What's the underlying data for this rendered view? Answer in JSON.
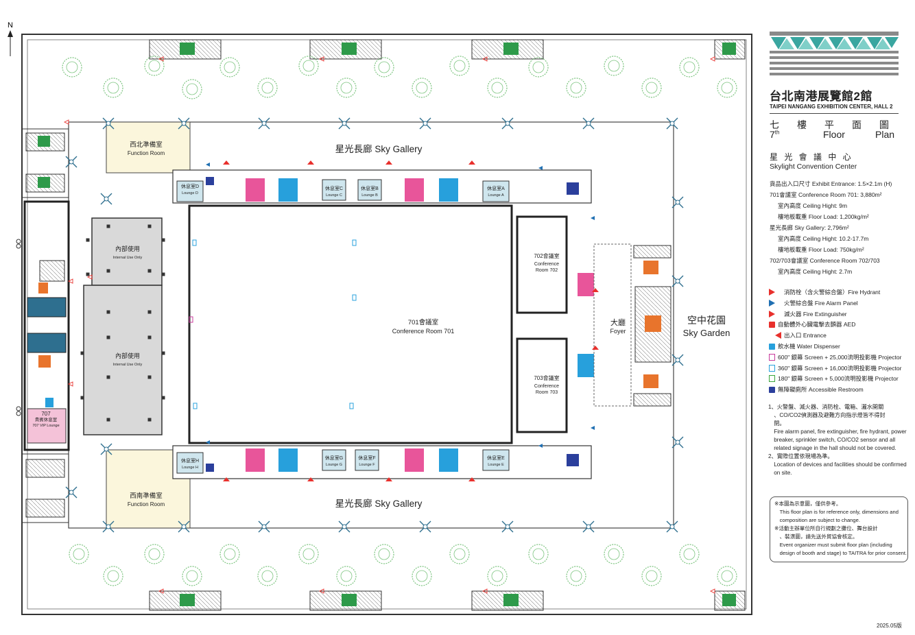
{
  "north": "N",
  "version": "2025.05版",
  "header": {
    "title_zh": "台北南港展覽館2館",
    "title_en": "TAIPEI NANGANG EXHIBITION CENTER, HALL 2",
    "floor_zh": "七　樓　平　面　圖",
    "floor_num": "7",
    "floor_sup": "th",
    "floor_word": "Floor",
    "plan_word": "Plan",
    "center_zh": "星 光 會 議 中 心",
    "center_en": "Skylight Convention Center"
  },
  "specs": [
    {
      "text": "貨品出入口尺寸 Exhibit Entrance: 1.5×2.1m (H)",
      "indent": false
    },
    {
      "text": "701會議室 Conference Room 701: 3,880m²",
      "indent": false
    },
    {
      "text": "室內高度 Ceiling Hight: 9m",
      "indent": true
    },
    {
      "text": "樓地板載重 Floor Load: 1,200kg/m²",
      "indent": true
    },
    {
      "text": "星光長廊 Sky Gallery: 2,796m²",
      "indent": false
    },
    {
      "text": "室內高度 Ceiling Hight: 10.2-17.7m",
      "indent": true
    },
    {
      "text": "樓地板載重 Floor Load: 750kg/m²",
      "indent": true
    },
    {
      "text": "702/703會議室 Conference Room 702/703",
      "indent": false
    },
    {
      "text": "室內高度 Ceiling Hight: 2.7m",
      "indent": true
    }
  ],
  "legend": [
    {
      "icon": "fire-hydrant-icon",
      "color": "#e8302c",
      "label": "消防栓（含火警綜合盤）Fire Hydrant"
    },
    {
      "icon": "fire-alarm-panel-icon",
      "color": "#1f6fb2",
      "label": "火警綜合盤 Fire Alarm Panel"
    },
    {
      "icon": "fire-extinguisher-icon",
      "color": "#e8302c",
      "label": "滅火器 Fire Extinguisher"
    },
    {
      "icon": "aed-icon",
      "color": "#e8302c",
      "label": "自動體外心臟電擊去顫器 AED"
    },
    {
      "icon": "entrance-icon",
      "color": "#e8302c",
      "label": "出入口 Entrance"
    },
    {
      "icon": "water-dispenser-icon",
      "color": "#27a0dc",
      "label": "飲水機 Water Dispenser"
    },
    {
      "icon": "screen-600-icon",
      "color": "#c8399b",
      "label": "600\" 銀幕 Screen + 25,000流明投影機 Projector"
    },
    {
      "icon": "screen-360-icon",
      "color": "#27a0dc",
      "label": "360\" 銀幕 Screen + 16,000流明投影機 Projector"
    },
    {
      "icon": "screen-180-icon",
      "color": "#3aa63a",
      "label": "180\" 銀幕 Screen + 5,000流明投影機 Projector"
    },
    {
      "icon": "accessible-restroom-icon",
      "color": "#2b3f9c",
      "label": "無障礙廁所 Accessible Restroom"
    }
  ],
  "notes": [
    "1、火警盤、滅火器、消防栓、電箱、灑水開關",
    "　、CO/CO2偵測器及避難方向指示燈皆不得封",
    "　閉。",
    "　Fire alarm panel, fire extinguisher, fire hydrant, power",
    "　breaker, sprinkler switch, CO/CO2 sensor and all",
    "　related signage in the hall should not be covered.",
    "2、實際位置依現場為準。",
    "　Location of devices and facilities should be confirmed",
    "　on site."
  ],
  "disclaimer": [
    "※本圖為示意圖，僅供參考。",
    "　This floor plan is for reference only, dimensions and",
    "　composition are subject to change.",
    "※活動主辦單位所自行規劃之攤位、舞台設計",
    "　、裝潢圖，請先送外貿協會核定。",
    "　Event organizer must submit floor plan (including",
    "　design of booth and stage) to TAITRA for prior consent."
  ],
  "rooms": {
    "nw_function": {
      "zh": "西北準備室",
      "en": "Function Room"
    },
    "sw_function": {
      "zh": "西南準備室",
      "en": "Function Room"
    },
    "internal1": {
      "zh": "內部使用",
      "en": "Internal Use Only"
    },
    "internal2": {
      "zh": "內部使用",
      "en": "Internal Use Only"
    },
    "room701": {
      "zh": "701會議室",
      "en": "Conference Room 701"
    },
    "room702": {
      "zh": "702會議室",
      "en1": "Conference",
      "en2": "Room 702"
    },
    "room703": {
      "zh": "703會議室",
      "en1": "Conference",
      "en2": "Room 703"
    },
    "vip": {
      "num": "707",
      "zh": "貴賓休息室",
      "en": "707 VIP Lounge"
    },
    "foyer": {
      "zh": "大廳",
      "en": "Foyer"
    },
    "sky_garden": {
      "zh": "空中花園",
      "en": "Sky Garden"
    },
    "gallery_n": "星光長廊 Sky Gallery",
    "gallery_s": "星光長廊 Sky Gallery"
  },
  "lounges_top": [
    {
      "zh": "休息室D",
      "en": "Lounge D"
    },
    {
      "zh": "休息室C",
      "en": "Lounge C"
    },
    {
      "zh": "休息室B",
      "en": "Lounge B"
    },
    {
      "zh": "休息室A",
      "en": "Lounge A"
    }
  ],
  "lounges_bottom": [
    {
      "zh": "休息室H",
      "en": "Lounge H"
    },
    {
      "zh": "休息室G",
      "en": "Lounge G"
    },
    {
      "zh": "休息室F",
      "en": "Lounge F"
    },
    {
      "zh": "休息室E",
      "en": "Lounge E"
    }
  ],
  "colors": {
    "accent_teal": "#3aa6a0",
    "header_gray": "#8a8a8a",
    "wall": "#222222",
    "tree": "#7cc47f",
    "function_room": "#fbf6dc",
    "internal_room": "#d9d9d9",
    "women": "#e8559a",
    "men": "#27a0dc",
    "vip": "#f4c2d8",
    "exit": "#2e9a4a",
    "elevator": "#2e6f8f",
    "escalator": "#e8742c",
    "lounge": "#cfe6ee"
  }
}
